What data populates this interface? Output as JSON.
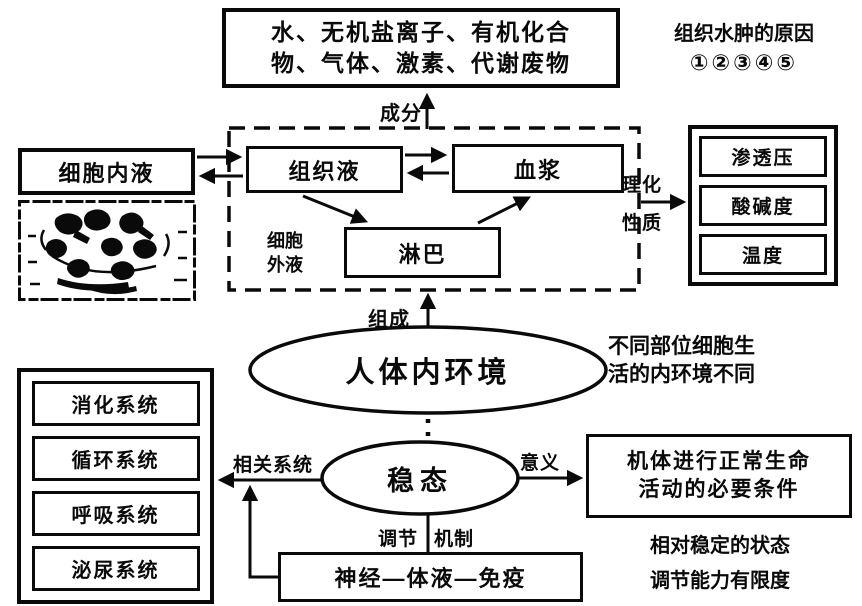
{
  "top_box": {
    "line1": "水、无机盐离子、有机化合",
    "line2": "物、气体、激素、代谢废物"
  },
  "edema_note": {
    "line1": "组织水肿的原因",
    "line2": "①②③④⑤"
  },
  "arrow_labels": {
    "composition_up": "成分",
    "composed_of": "组成",
    "physicochemical_line1": "理化",
    "physicochemical_line2": "性质",
    "extracellular_line1": "细胞",
    "extracellular_line2": "外液",
    "related_systems": "相关系统",
    "significance": "意义",
    "regulation_left": "调节",
    "regulation_right": "机制"
  },
  "boxes": {
    "intracellular_fluid": "细胞内液",
    "tissue_fluid": "组织液",
    "plasma": "血浆",
    "lymph": "淋巴",
    "mechanism": "神经—体液—免疫"
  },
  "properties": {
    "items": [
      "渗透压",
      "酸碱度",
      "温度"
    ]
  },
  "systems": {
    "items": [
      "消化系统",
      "循环系统",
      "呼吸系统",
      "泌尿系统"
    ]
  },
  "ellipses": {
    "internal_environment": "人体内环境",
    "homeostasis": "稳态"
  },
  "environment_note": {
    "line1": "不同部位细胞生",
    "line2": "活的内环境不同"
  },
  "significance_box": {
    "line1": "机体进行正常生命",
    "line2": "活动的必要条件"
  },
  "stability_notes": {
    "line1": "相对稳定的状态",
    "line2": "调节能力有限度"
  }
}
